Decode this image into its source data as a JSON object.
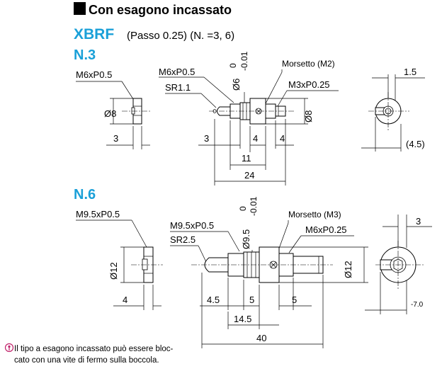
{
  "header": {
    "title": "Con esagono incassato",
    "model": "XBRF",
    "model_info": "(Passo 0.25) (N. =3, 6)"
  },
  "n3": {
    "heading": "N.3",
    "left_thread": "M6xP0.5",
    "left_dia": "Ø8",
    "left_width": "3",
    "thread_tip": "M6xP0.5",
    "sphere_radius": "SR1.1",
    "body_dia": "Ø6",
    "body_tol_upper": "0",
    "body_tol_lower": "-0.01",
    "clamp": "Morsetto (M2)",
    "end_thread": "M3xP0.25",
    "right_dia": "Ø8",
    "dim_3": "3",
    "dim_4a": "4",
    "dim_4b": "4",
    "dim_11": "11",
    "dim_24": "24",
    "side_width": "1.5",
    "side_offset": "(4.5)"
  },
  "n6": {
    "heading": "N.6",
    "left_thread": "M9.5xP0.5",
    "left_dia": "Ø12",
    "left_width": "4",
    "thread_tip": "M9.5xP0.5",
    "sphere_radius": "SR2.5",
    "body_dia": "Ø9.5",
    "body_tol_upper": "0",
    "body_tol_lower": "-0.01",
    "clamp": "Morsetto (M3)",
    "end_thread": "M6xP0.25",
    "right_dia": "Ø12",
    "dim_45": "4.5",
    "dim_5a": "5",
    "dim_5b": "5",
    "dim_145": "14.5",
    "dim_40": "40",
    "side_width": "3",
    "side_offset": "-7.0"
  },
  "note": {
    "line1": "Il tipo a esagono incassato può essere bloc-",
    "line2": "cato con una vite di fermo sulla boccola."
  }
}
